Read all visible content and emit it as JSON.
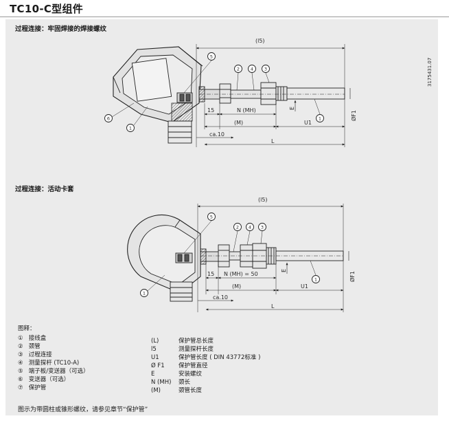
{
  "title": "TC10-C型组件",
  "sections": [
    {
      "heading": "过程连接：牢固焊接的焊接螺纹"
    },
    {
      "heading": "过程连接：活动卡套"
    }
  ],
  "drawing1": {
    "dims": {
      "l5": "(l5)",
      "n": "N (MH)",
      "m": "(M)",
      "l": "L",
      "u1": "U1",
      "fifteen": "15",
      "ca10": "ca.10",
      "e": "E",
      "f1": "ØF1"
    },
    "doc_number": "3175431.07",
    "callouts": [
      "1",
      "2",
      "3",
      "4",
      "5",
      "6"
    ]
  },
  "drawing2": {
    "dims": {
      "l5": "(l5)",
      "n": "N (MH) = 50",
      "m": "(M)",
      "l": "L",
      "u1": "U1",
      "fifteen": "15",
      "ca10": "ca.10",
      "e": "E",
      "f1": "ØF1"
    },
    "callouts": [
      "1",
      "2",
      "3",
      "4",
      "5"
    ]
  },
  "legend": {
    "title": "图释：",
    "items": [
      {
        "num": "①",
        "text": "接线盒"
      },
      {
        "num": "②",
        "text": "颈管"
      },
      {
        "num": "③",
        "text": "过程连接"
      },
      {
        "num": "④",
        "text": "测量探杆 (TC10-A)"
      },
      {
        "num": "⑤",
        "text": "端子板/变送器（可选）"
      },
      {
        "num": "⑥",
        "text": "变送器（可选）"
      },
      {
        "num": "⑦",
        "text": "保护管"
      }
    ],
    "symbols": [
      {
        "sym": "(L)",
        "text": "保护管总长度"
      },
      {
        "sym": "l5",
        "text": "测量探杆长度"
      },
      {
        "sym": "U1",
        "text": "保护管长度 ( DIN 43772标准 )"
      },
      {
        "sym": "Ø F1",
        "text": "保护管直径"
      },
      {
        "sym": "E",
        "text": "安装螺纹"
      },
      {
        "sym": "N (MH)",
        "text": "颈长"
      },
      {
        "sym": "(M)",
        "text": "颈管长度"
      }
    ]
  },
  "footnote": "图示为带圆柱或锥形螺纹，请参见章节“保护管”"
}
